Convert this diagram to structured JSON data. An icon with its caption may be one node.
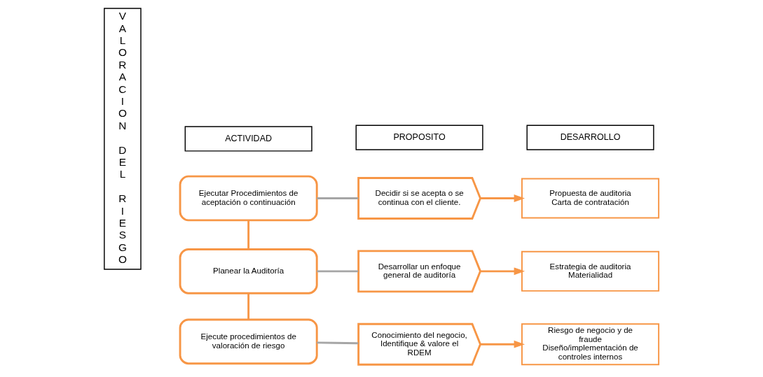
{
  "diagram": {
    "nodes": [
      {
        "text": [
          "ACTIVIDAD"
        ]
      },
      {
        "text": [
          "PROPOSITO"
        ]
      },
      {
        "text": [
          "DESARROLLO"
        ]
      },
      {
        "text": [
          "VALORACION DEL RIESGO"
        ]
      },
      {
        "text": [
          "Ejecutar Procedimientos de aceptación o continuación"
        ]
      },
      {
        "text": [
          "Decidir si se acepta o se continua con el cliente."
        ]
      },
      {
        "text": [
          "Propuesta de auditoria",
          "Carta de contratación"
        ]
      },
      {
        "text": [
          "Planear la Auditoría"
        ]
      },
      {
        "text": [
          "Desarrollar un enfoque general de auditoría"
        ]
      },
      {
        "text": [
          "Estrategia de auditoria",
          "Materialidad"
        ]
      },
      {
        "text": [
          "Ejecute procedimientos de valoración de riesgo"
        ]
      },
      {
        "text": [
          "Conocimiento del negocio, Identifique & valore el RDEM"
        ]
      },
      {
        "text": [
          "Riesgo de negocio y de fraude",
          "Diseño/implementación de controles internos"
        ]
      }
    ],
    "edges": [
      {
        "from": 4,
        "to": 5,
        "arrow": "none",
        "color": "#a6a6a6"
      },
      {
        "from": 5,
        "to": 6,
        "arrow": "to"
      },
      {
        "from": 4,
        "to": 7,
        "arrow": "none"
      },
      {
        "from": 7,
        "to": 8,
        "arrow": "none",
        "color": "#a6a6a6"
      },
      {
        "from": 8,
        "to": 9,
        "arrow": "to"
      },
      {
        "from": 7,
        "to": 10,
        "arrow": "none"
      },
      {
        "from": 10,
        "to": 11,
        "arrow": "none",
        "color": "#a6a6a6"
      },
      {
        "from": 11,
        "to": 12,
        "arrow": "to"
      }
    ]
  }
}
